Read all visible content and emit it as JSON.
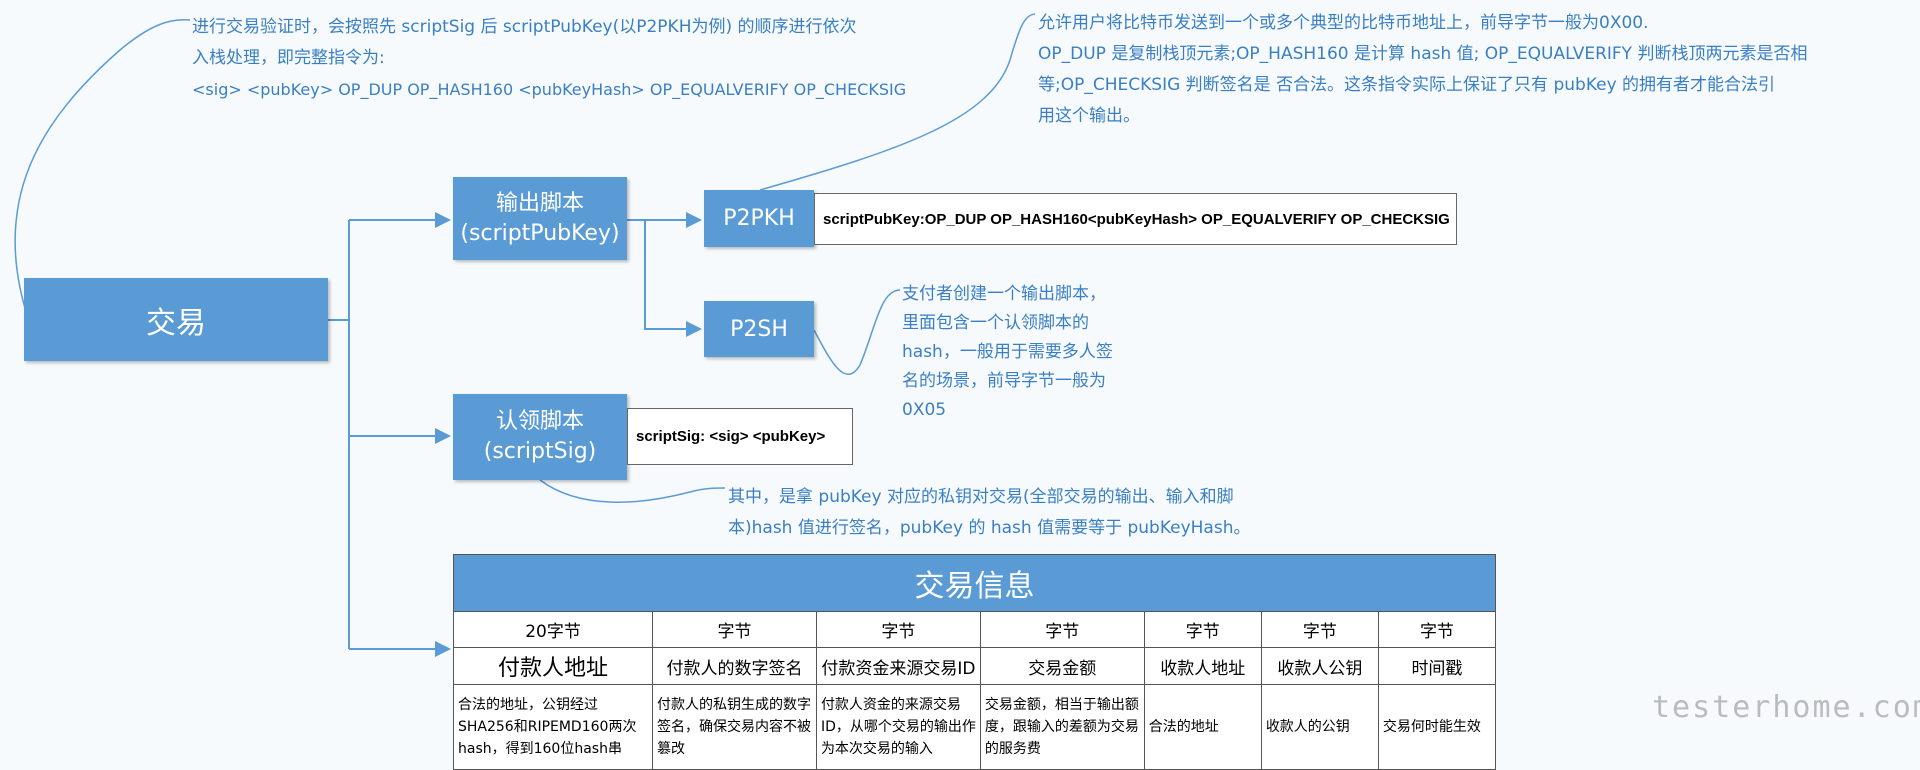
{
  "nodes": {
    "root": "交易",
    "output_script": {
      "title": "输出脚本",
      "subtitle": "(scriptPubKey)"
    },
    "p2pkh": "P2PKH",
    "p2pkh_script": "scriptPubKey:OP_DUP OP_HASH160<pubKeyHash> OP_EQUALVERIFY OP_CHECKSIG",
    "p2sh": "P2SH",
    "claim_script": {
      "title": "认领脚本",
      "subtitle": "(scriptSig)"
    },
    "scriptsig": "scriptSig: <sig> <pubKey>"
  },
  "notes": {
    "verification": [
      "进行交易验证时，会按照先 scriptSig 后 scriptPubKey(以P2PKH为例) 的顺序进行依次",
      "入栈处理，即完整指令为:",
      "<sig> <pubKey> OP_DUP OP_HASH160 <pubKeyHash> OP_EQUALVERIFY OP_CHECKSIG"
    ],
    "p2pkh": [
      "允许用户将比特币发送到一个或多个典型的比特币地址上，前导字节一般为0X00.",
      "OP_DUP 是复制栈顶元素;OP_HASH160 是计算 hash 值; OP_EQUALVERIFY 判断栈顶两元素是否相",
      "等;OP_CHECKSIG 判断签名是 否合法。这条指令实际上保证了只有 pubKey 的拥有者才能合法引",
      "用这个输出。"
    ],
    "p2sh": [
      "支付者创建一个输出脚本，",
      "里面包含一个认领脚本的",
      "hash，一般用于需要多人签",
      "名的场景，前导字节一般为",
      "0X05"
    ],
    "scriptsig": [
      "其中，是拿 pubKey 对应的私钥对交易(全部交易的输出、输入和脚",
      "本)hash 值进行签名，pubKey 的 hash 值需要等于 pubKeyHash。"
    ]
  },
  "table": {
    "title": "交易信息",
    "sizes": [
      "20字节",
      "字节",
      "字节",
      "字节",
      "字节",
      "字节",
      "字节"
    ],
    "fields": [
      "付款人地址",
      "付款人的数字签名",
      "付款资金来源交易ID",
      "交易金额",
      "收款人地址",
      "收款人公钥",
      "时间戳"
    ],
    "descriptions": [
      "合法的地址，公钥经过SHA256和RIPEMD160两次hash，得到160位hash串",
      "付款人的私钥生成的数字签名，确保交易内容不被篡改",
      "付款人资金的来源交易ID，从哪个交易的输出作为本次交易的输入",
      "交易金额，相当于输出额度，跟输入的差额为交易的服务费",
      "合法的地址",
      "收款人的公钥",
      "交易何时能生效"
    ]
  },
  "watermark": "testerhome.com",
  "colors": {
    "box": "#5b9bd5",
    "note": "#3a7fc3",
    "line": "#5b9bd5"
  }
}
